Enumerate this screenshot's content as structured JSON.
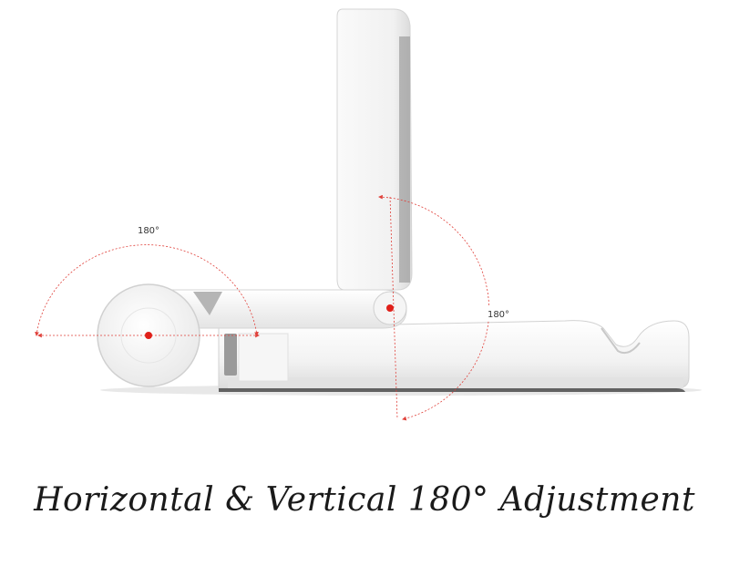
{
  "annotations": {
    "horizontal_angle": "180°",
    "vertical_angle": "180°"
  },
  "caption": "Horizontal & Vertical 180° Adjustment",
  "colors": {
    "background": "#ffffff",
    "stand_body": "#f3f3f3",
    "stand_shadow": "#d6d6d6",
    "guide_line": "#e0403a",
    "pivot_dot": "#e0201a",
    "caption_text": "#1a1a1a"
  }
}
